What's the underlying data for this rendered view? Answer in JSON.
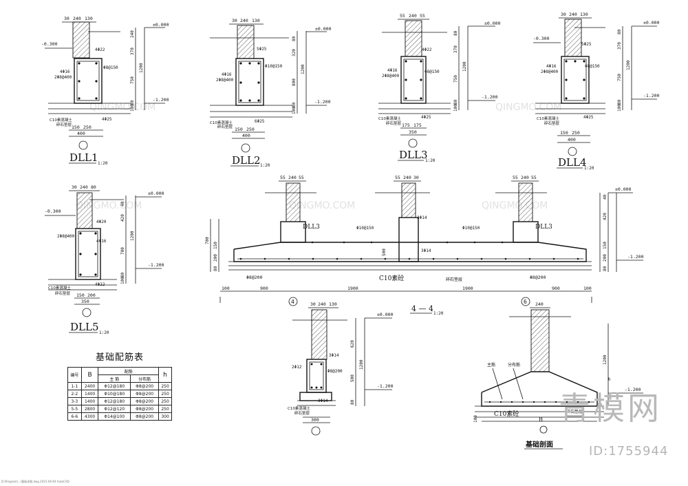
{
  "sections": {
    "dll1": {
      "label": "DLL1",
      "scale": "1:20",
      "dims_top": [
        "30",
        "240",
        "130"
      ],
      "elev_top": "±0.000",
      "elev_left": "-0.300",
      "elev_bottom": "-1.200",
      "rebar_top": "4Φ22",
      "rebar_side": "4Φ16",
      "stirrup_side": "2Φ8@400",
      "stirrup_right": "Φ8@150",
      "rebar_bottom": "4Φ25",
      "dims_bottom": [
        "150",
        "250"
      ],
      "width": "400",
      "v_dims": [
        "240",
        "370",
        "750",
        "80",
        "100"
      ],
      "v_total": "1200",
      "concrete_note": "C10素混凝土",
      "gravel_note": "碎石垫层"
    },
    "dll2": {
      "label": "DLL2",
      "scale": "1:20",
      "dims_top": [
        "30",
        "240",
        "130"
      ],
      "elev_top": "±0.000",
      "elev_bottom": "-1.200",
      "rebar_top": "5Φ25",
      "rebar_side": "4Φ16",
      "stirrup_side": "2Φ8@400",
      "stirrup_right": "Φ10@150",
      "rebar_bottom": "6Φ25",
      "dims_bottom": [
        "150",
        "250"
      ],
      "width": "400",
      "v_dims": [
        "80",
        "320",
        "800",
        "80",
        "100"
      ],
      "v_total": "1200",
      "concrete_note": "C10素混凝土",
      "gravel_note": "碎石垫层"
    },
    "dll3": {
      "label": "DLL3",
      "scale": "1:20",
      "dims_top": [
        "55",
        "240",
        "55"
      ],
      "elev_top": "±0.000",
      "elev_bottom": "-1.200",
      "rebar_top": "4Φ22",
      "rebar_side": "4Φ16",
      "stirrup_side": "2Φ8@400",
      "stirrup_right": "Φ8@150",
      "rebar_bottom": "4Φ25",
      "dims_bottom": [
        "175",
        "175"
      ],
      "width": "350",
      "v_dims": [
        "80",
        "370",
        "750",
        "80",
        "100"
      ],
      "v_total": "1200",
      "concrete_note": "C10素混凝土",
      "gravel_note": "碎石垫层"
    },
    "dll4": {
      "label": "DLL4",
      "scale": "1:20",
      "dims_top": [
        "30",
        "240",
        "130"
      ],
      "elev_top": "±0.000",
      "elev_left": "-0.300",
      "elev_bottom": "-1.200",
      "rebar_top": "5Φ25",
      "rebar_side": "4Φ16",
      "stirrup_side": "2Φ8@400",
      "stirrup_right": "Φ8@150",
      "rebar_bottom": "4Φ25",
      "dims_bottom": [
        "150",
        "250"
      ],
      "width": "400",
      "v_dims": [
        "80",
        "370",
        "750",
        "80",
        "100"
      ],
      "v_total": "1200",
      "concrete_note": "C10素混凝土",
      "gravel_note": "碎石垫层"
    },
    "dll5": {
      "label": "DLL5",
      "scale": "1:20",
      "dims_top": [
        "30",
        "240",
        "80"
      ],
      "elev_top": "±0.000",
      "elev_left": "-0.300",
      "elev_bottom": "-1.200",
      "rebar_top": "4Φ20",
      "rebar_side": "4Φ16",
      "stirrup_side": "2Φ8@400",
      "rebar_bottom": "4Φ22",
      "dims_bottom": [
        "150",
        "200"
      ],
      "width": "350",
      "v_dims": [
        "40",
        "420",
        "700",
        "80",
        "100"
      ],
      "v_total": "1200",
      "concrete_note": "C10素混凝土",
      "gravel_note": "碎石垫层"
    }
  },
  "section_44": {
    "label": "4 — 4",
    "scale": "1:20",
    "beam_label_left": "DLL3",
    "beam_label_right": "DLL3",
    "tops": [
      [
        "55",
        "240",
        "55"
      ],
      [
        "55",
        "240",
        "30"
      ],
      [
        "55",
        "240",
        "55"
      ]
    ],
    "elev_top": "±0.000",
    "elev_bottom": "-1.200",
    "stirrup_mid": "Φ10@150",
    "stirrup_right": "Φ10@150",
    "rebar_mid_top": "3Φ14",
    "rebar_mid_bottom": "3Φ14",
    "bottom_bars_left": "Φ8@200",
    "bottom_bars_right": "Φ8@200",
    "concrete_note": "C10素砼",
    "gravel_note": "碎石垫层",
    "h_dims": [
      "100",
      "900",
      "1900",
      "1900",
      "900",
      "100"
    ],
    "v_left": [
      "700",
      "150",
      "200",
      "80"
    ],
    "v_mid": "500",
    "v_right": [
      "40",
      "420",
      "150",
      "200",
      "80"
    ],
    "axis_left": "4",
    "axis_right": "6"
  },
  "section_bottom_mid": {
    "dims_top": [
      "30",
      "240",
      "130"
    ],
    "elev_top": "±0.000",
    "elev_bottom": "-1.200",
    "rebar_top": "3Φ14",
    "rebar_left": "2Φ12",
    "stirrup": "Φ8@200",
    "rebar_bottom": "3Φ14",
    "v_dims": [
      "620",
      "500",
      "80"
    ],
    "v_total": "1200",
    "concrete_note": "C10素混凝土",
    "gravel_note": "碎石垫层",
    "width": "300"
  },
  "foundation_section": {
    "title": "基础剖面",
    "dim_top": "240",
    "main_bar": "主筋",
    "dist_bar": "分布筋",
    "concrete_note": "C10素砼",
    "gravel_note": "碎石垫层",
    "width_label": "B",
    "h_label": "h",
    "elev_bottom": "-1.200",
    "v_top": "1200",
    "v_bottom": "100"
  },
  "rebar_table": {
    "title": "基础配筋表",
    "col_no": "编号",
    "col_b": "B",
    "col_group": "配筋",
    "col_main": "主 筋",
    "col_dist": "分布筋",
    "col_h": "h",
    "rows": [
      [
        "1-1",
        "2400",
        "Φ12@180",
        "Φ8@200",
        "250"
      ],
      [
        "2-2",
        "1400",
        "Φ10@180",
        "Φ8@200",
        "250"
      ],
      [
        "3-3",
        "1400",
        "Φ12@180",
        "Φ8@200",
        "250"
      ],
      [
        "5-5",
        "2800",
        "Φ12@120",
        "Φ8@200",
        "250"
      ],
      [
        "6-6",
        "4300",
        "Φ14@100",
        "Φ8@200",
        "300"
      ]
    ]
  },
  "watermark": {
    "brand": "青模网",
    "id": "ID:1755944"
  },
  "footer": "D:\\Program\\...\\基础详图.dwg  2015-XX-XX  AutoCAD"
}
